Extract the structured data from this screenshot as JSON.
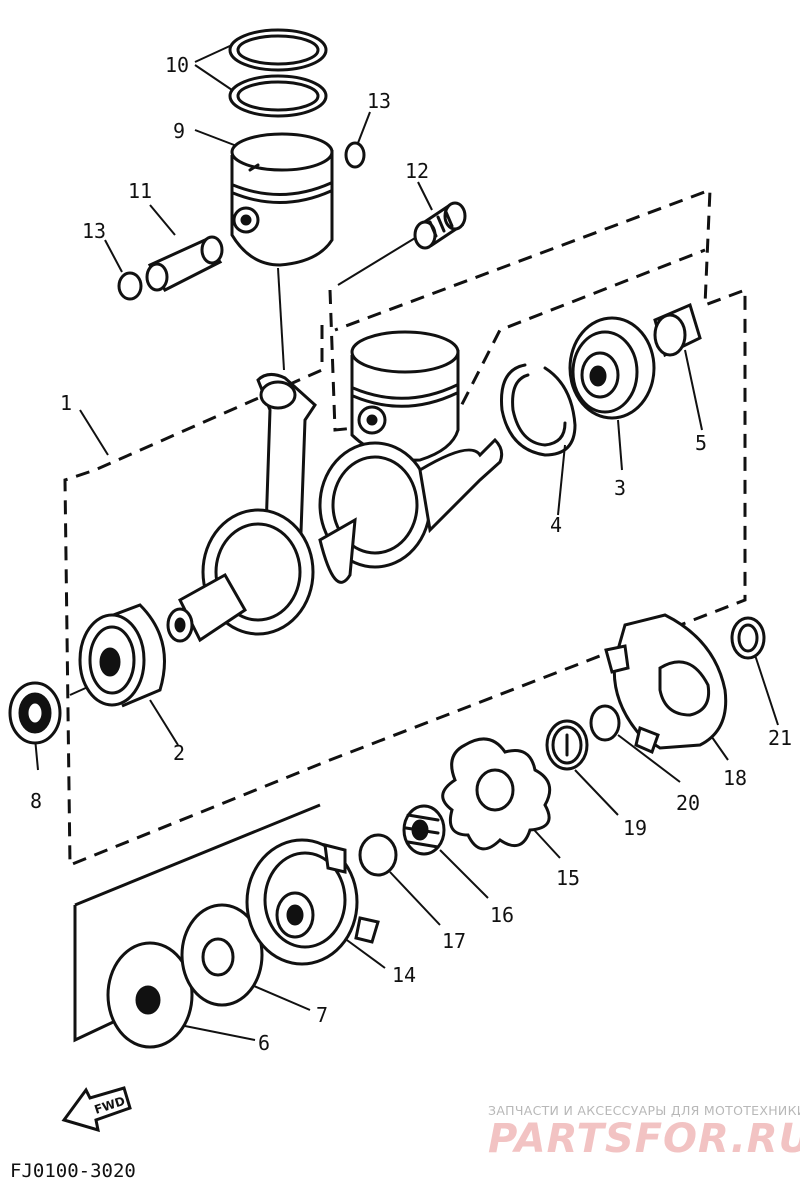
{
  "diagram": {
    "code": "FJ0100-3020",
    "fwd_label": "FWD",
    "callouts": {
      "c1": "1",
      "c2": "2",
      "c3": "3",
      "c4": "4",
      "c5": "5",
      "c6": "6",
      "c7": "7",
      "c8": "8",
      "c9": "9",
      "c10": "10",
      "c11": "11",
      "c12": "12",
      "c13a": "13",
      "c13b": "13",
      "c14": "14",
      "c15": "15",
      "c16": "16",
      "c17": "17",
      "c18": "18",
      "c19": "19",
      "c20": "20",
      "c21": "21"
    }
  },
  "watermark": {
    "tagline": "ЗАПЧАСТИ И АКСЕССУАРЫ ДЛЯ МОТОТЕХНИКИ",
    "logo": "PARTSFOR.RU"
  }
}
